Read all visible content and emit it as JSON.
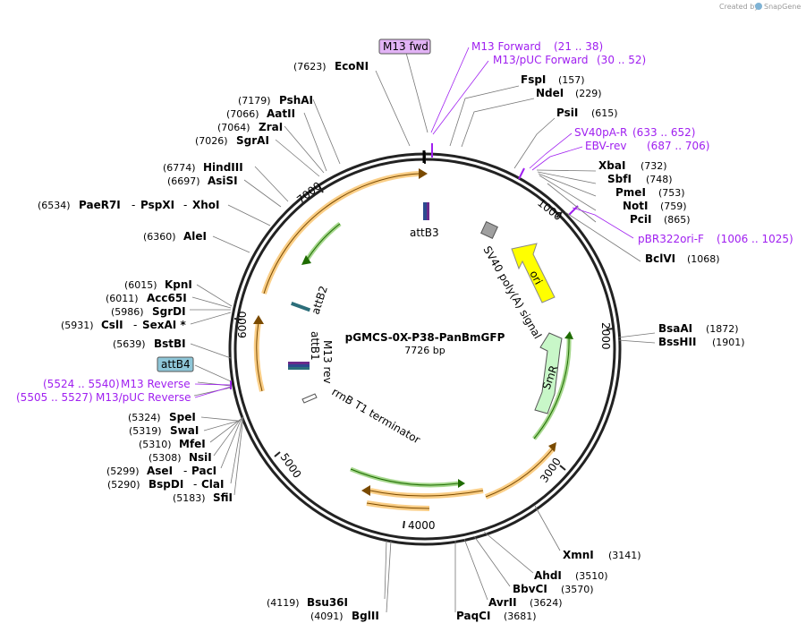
{
  "credit": {
    "prefix": "Created by",
    "brand": "SnapGene"
  },
  "plasmid": {
    "name": "pGMCS-0X-P38-PanBmGFP",
    "size": "7726 bp"
  },
  "ticks": [
    "1000",
    "2000",
    "3000",
    "4000",
    "5000",
    "6000",
    "7000"
  ],
  "features": {
    "attB3": "attB3",
    "attB2": "attB2",
    "attB1": "attB1",
    "m13rev": "M13 rev",
    "rrnb": "rrnB T1 terminator",
    "sv40": "SV40 poly(A) signal",
    "ori": "ori",
    "smr": "SmR"
  },
  "boxed": {
    "m13fwd": "M13 fwd",
    "attB4": "attB4"
  },
  "primers": [
    {
      "name": "M13 Forward",
      "range": "(21 .. 38)"
    },
    {
      "name": "M13/pUC Forward",
      "range": "(30 .. 52)"
    },
    {
      "name": "SV40pA-R",
      "range": "(633 .. 652)"
    },
    {
      "name": "EBV-rev",
      "range": "(687 .. 706)"
    },
    {
      "name": "pBR322ori-F",
      "range": "(1006 .. 1025)"
    },
    {
      "name": "M13 Reverse",
      "range": "(5524 .. 5540)"
    },
    {
      "name": "M13/pUC Reverse",
      "range": "(5505 .. 5527)"
    }
  ],
  "sites": [
    {
      "name": "EcoNI",
      "pos": "(7623)"
    },
    {
      "name": "FspI",
      "pos": "(157)"
    },
    {
      "name": "NdeI",
      "pos": "(229)"
    },
    {
      "name": "PsiI",
      "pos": "(615)"
    },
    {
      "name": "XbaI",
      "pos": "(732)"
    },
    {
      "name": "SbfI",
      "pos": "(748)"
    },
    {
      "name": "PmeI",
      "pos": "(753)"
    },
    {
      "name": "NotI",
      "pos": "(759)"
    },
    {
      "name": "PciI",
      "pos": "(865)"
    },
    {
      "name": "BclVI",
      "pos": "(1068)"
    },
    {
      "name": "BsaAI",
      "pos": "(1872)"
    },
    {
      "name": "BssHII",
      "pos": "(1901)"
    },
    {
      "name": "XmnI",
      "pos": "(3141)"
    },
    {
      "name": "AhdI",
      "pos": "(3510)"
    },
    {
      "name": "BbvCI",
      "pos": "(3570)"
    },
    {
      "name": "AvrII",
      "pos": "(3624)"
    },
    {
      "name": "PaqCI",
      "pos": "(3681)"
    },
    {
      "name": "Bsu36I",
      "pos": "(4119)"
    },
    {
      "name": "BglII",
      "pos": "(4091)"
    },
    {
      "name": "SfiI",
      "pos": "(5183)"
    },
    {
      "name": "BspDI",
      "pos": "(5290)"
    },
    {
      "name": "ClaI",
      "pos": ""
    },
    {
      "name": "AseI",
      "pos": "(5299)"
    },
    {
      "name": "PacI",
      "pos": ""
    },
    {
      "name": "NsiI",
      "pos": "(5308)"
    },
    {
      "name": "MfeI",
      "pos": "(5310)"
    },
    {
      "name": "SwaI",
      "pos": "(5319)"
    },
    {
      "name": "SpeI",
      "pos": "(5324)"
    },
    {
      "name": "BstBI",
      "pos": "(5639)"
    },
    {
      "name": "CslI",
      "pos": "(5931)"
    },
    {
      "name": "SexAI *",
      "pos": ""
    },
    {
      "name": "SgrDI",
      "pos": "(5986)"
    },
    {
      "name": "Acc65I",
      "pos": "(6011)"
    },
    {
      "name": "KpnI",
      "pos": "(6015)"
    },
    {
      "name": "AleI",
      "pos": "(6360)"
    },
    {
      "name": "PaeR7I",
      "pos": "(6534)"
    },
    {
      "name": "PspXI",
      "pos": ""
    },
    {
      "name": "XhoI",
      "pos": ""
    },
    {
      "name": "AsiSI",
      "pos": "(6697)"
    },
    {
      "name": "HindIII",
      "pos": "(6774)"
    },
    {
      "name": "SgrAI",
      "pos": "(7026)"
    },
    {
      "name": "ZraI",
      "pos": "(7064)"
    },
    {
      "name": "AatII",
      "pos": "(7066)"
    },
    {
      "name": "PshAI",
      "pos": "(7179)"
    }
  ],
  "colors": {
    "backbone": "#222222",
    "orange_arc": "#f5a623",
    "green_arc": "#4caf1a",
    "ori": "#ffff00",
    "smr": "#c8f7c8",
    "primer": "#a020f0",
    "m13_box": "#e2b3f5",
    "attb4_box": "#8ec6d8"
  }
}
